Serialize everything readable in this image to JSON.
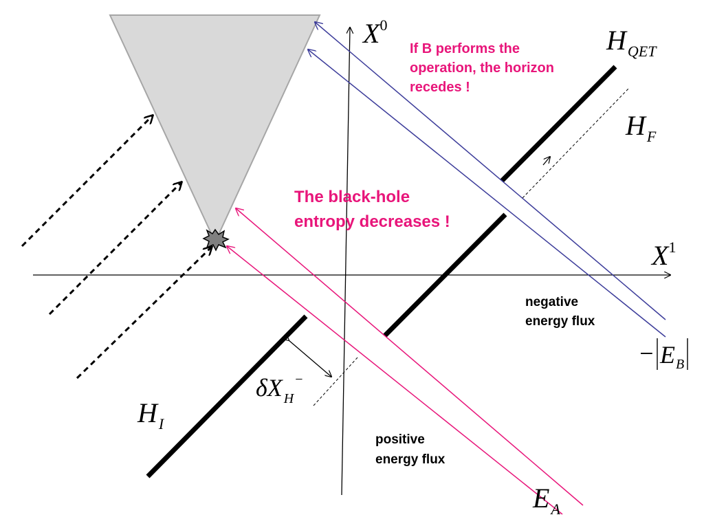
{
  "labels": {
    "x0": {
      "base": "X",
      "sup": "0"
    },
    "x1": {
      "base": "X",
      "sup": "1"
    },
    "h_qet": {
      "base": "H",
      "sub": "QET"
    },
    "h_f": {
      "base": "H",
      "sub": "F"
    },
    "h_i": {
      "base": "H",
      "sub": "I"
    },
    "e_a": {
      "base": "E",
      "sub": "A"
    },
    "e_b": {
      "prefix": "−",
      "base": "E",
      "sub": "B"
    },
    "delta_x": {
      "base": "δX",
      "sub": "H",
      "sup": "−"
    }
  },
  "annotations": {
    "pink_top": [
      "If B performs the",
      "operation, the horizon",
      "recedes !"
    ],
    "pink_mid": [
      "The black-hole",
      "entropy decreases !"
    ],
    "negative_flux": [
      "negative",
      "energy flux"
    ],
    "positive_flux": [
      "positive",
      "energy flux"
    ]
  },
  "colors": {
    "pink": "#e8157a",
    "blue": "#3c3c9a",
    "cone_fill": "#d9d9d9",
    "cone_stroke": "#a6a6a6",
    "horizon": "#000000"
  }
}
